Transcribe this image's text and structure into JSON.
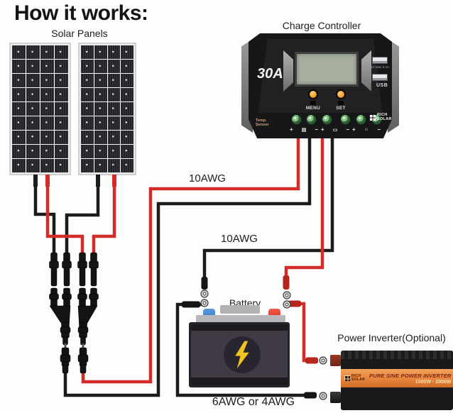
{
  "title": "How it works:",
  "sections": {
    "solar_label": "Solar Panels",
    "controller_label": "Charge Controller",
    "battery_label": "Battery",
    "inverter_label": "Power Inverter(Optional)"
  },
  "wires": {
    "pv_gauge_label": "10AWG",
    "battery_gauge_label": "10AWG",
    "inverter_gauge_label": "6AWG or 4AWG"
  },
  "controller": {
    "rating": "30A",
    "menu_button": "MENU",
    "set_button": "SET",
    "usb_spec": "5V Max 3.4A",
    "usb_label": "USB",
    "temp_sensor_line1": "Temp.",
    "temp_sensor_line2": "Sensor",
    "brand_line1": "RICH",
    "brand_line2": "SOLAR",
    "terminals": [
      {
        "plus": "+",
        "icon": "▤",
        "minus": "−"
      },
      {
        "plus": "+",
        "icon": "▭",
        "minus": "−"
      },
      {
        "plus": "+",
        "icon": "☼",
        "minus": "−"
      }
    ]
  },
  "inverter": {
    "brand_line1": "RICH",
    "brand_line2": "SOLAR",
    "product": "PURE SINE POWER INVERTER",
    "power": "1000W · 2000W"
  },
  "colors": {
    "wire_red": "#d22c28",
    "wire_black": "#1b1b1b",
    "inverter_orange": "#e8833c",
    "lcd_green": "#a6ae9e",
    "terminal_green": "#7dbd7d",
    "bolt_yellow": "#f2c21e",
    "post_blue": "#3b82d0",
    "post_red": "#df3a2c"
  }
}
